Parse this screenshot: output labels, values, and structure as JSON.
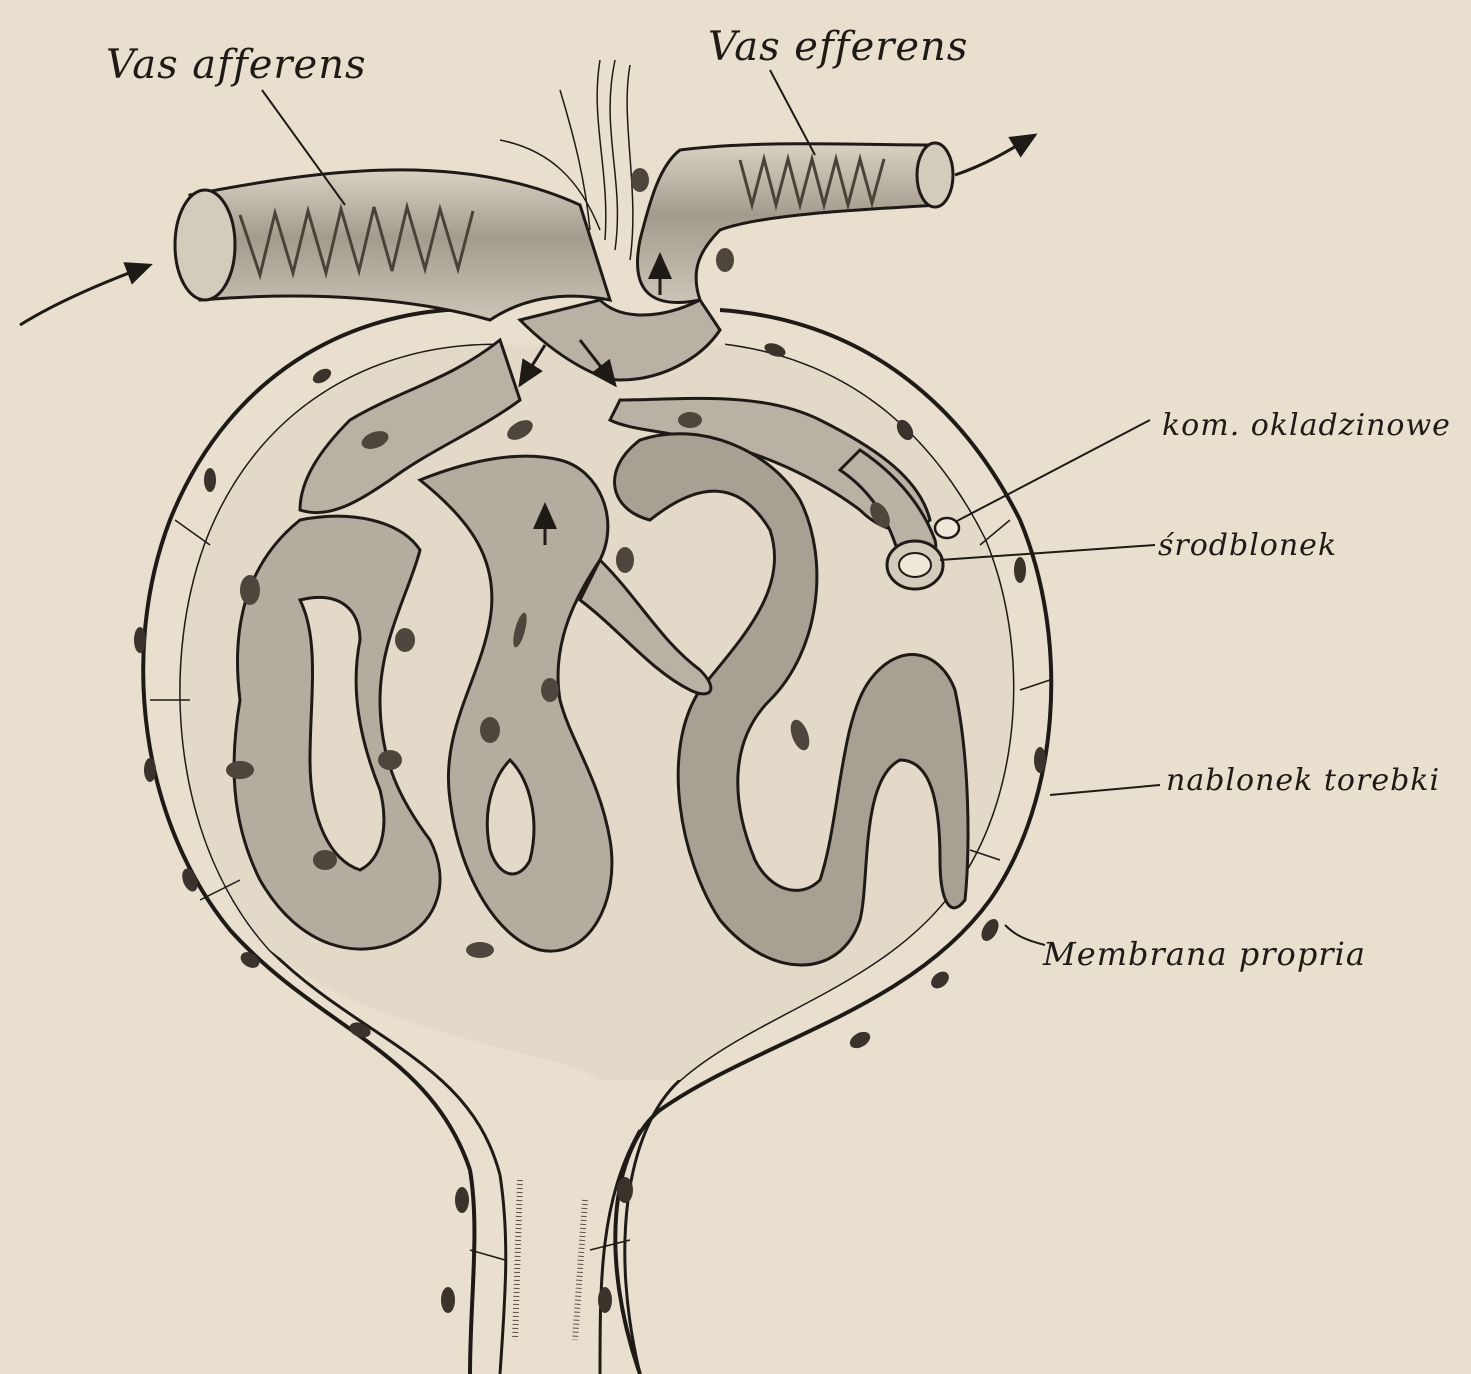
{
  "labels": {
    "vas_afferens": "Vas afferens",
    "vas_efferens": "Vas efferens",
    "kom_okladzinowe": "kom. okladzinowe",
    "srodblonek": "środblonek",
    "nablonek_torebki": "nablonek torebki",
    "membrana_propria": "Membrana propria"
  },
  "colors": {
    "background": "#e8dfcf",
    "ink": "#1e1a16",
    "vessel_fill": "#c4bcae",
    "vessel_dark": "#6e665a",
    "nucleus": "#3a332c",
    "capsule_fill": "#d8cfbf"
  }
}
